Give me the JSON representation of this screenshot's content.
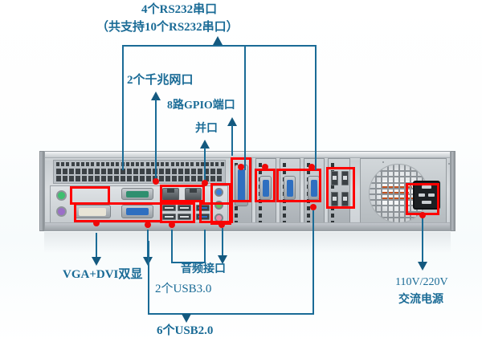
{
  "diagram": {
    "title": "Server rear panel port annotation diagram",
    "accent_color": "#1a6b96",
    "highlight_color": "#ff0000"
  },
  "annotations": {
    "rs232_main": "4个RS232串口",
    "rs232_sub": "（共支持10个RS232串口）",
    "gigabit_lan": "2个千兆网口",
    "gpio": "8路GPIO端口",
    "parallel": "并口",
    "vga_dvi": "VGA+DVI双显",
    "audio": "音频接口",
    "usb3": "2个USB3.0",
    "usb2": "6个USB2.0",
    "power_voltage": "110V/220V",
    "power_label": "交流电源"
  },
  "hardware": {
    "ports": [
      {
        "name": "ps2-mouse-port",
        "color": "#3fbf6f"
      },
      {
        "name": "ps2-keyboard-port",
        "color": "#9b6ec8"
      },
      {
        "name": "dvi-port",
        "color": "#e8e4d6"
      },
      {
        "name": "vga-port",
        "color": "#2f6fc0"
      },
      {
        "name": "serial-com-port",
        "color": "#2f8f6f"
      },
      {
        "name": "rj45-lan-port-1",
        "color": "#4b5155"
      },
      {
        "name": "rj45-lan-port-2",
        "color": "#4b5155"
      },
      {
        "name": "usb2-port-group",
        "color": "#d8dcdf"
      },
      {
        "name": "usb3-port-group",
        "color": "#2f6fc0"
      },
      {
        "name": "audio-jack-line-in",
        "color": "#3a7fd5"
      },
      {
        "name": "audio-jack-line-out",
        "color": "#5fbf5f"
      },
      {
        "name": "audio-jack-mic",
        "color": "#e38ea8"
      },
      {
        "name": "parallel-db25-port",
        "color": "#2f6fc0"
      },
      {
        "name": "serial-db9-port",
        "color": "#2f6fc0"
      },
      {
        "name": "psu-fan",
        "color": "#d2d6d9"
      },
      {
        "name": "iec-power-inlet",
        "color": "#1c2023"
      }
    ]
  }
}
